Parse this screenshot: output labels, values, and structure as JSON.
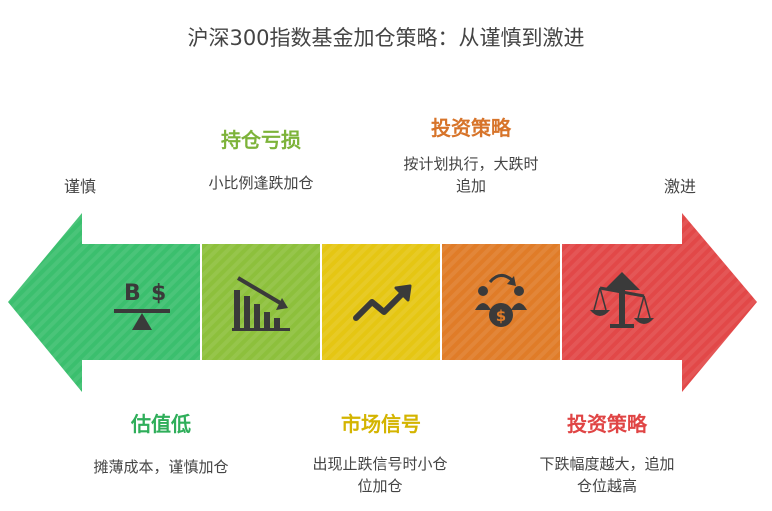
{
  "title": "沪深300指数基金加仓策略：从谨慎到激进",
  "left_label": "谨慎",
  "right_label": "激进",
  "stages": [
    {
      "heading": "估值低",
      "desc_lines": [
        "摊薄成本，谨慎加仓"
      ],
      "color": "#3bbf6e",
      "icon": "balance-scale-dollar-icon"
    },
    {
      "heading": "持仓亏损",
      "desc_lines": [
        "小比例逢跌加仓"
      ],
      "color": "#8dc03c",
      "icon": "declining-bar-chart-icon"
    },
    {
      "heading": "市场信号",
      "desc_lines": [
        "出现止跌信号时小仓",
        "位加仓"
      ],
      "color": "#e5c613",
      "icon": "trend-up-arrow-icon"
    },
    {
      "heading": "投资策略",
      "desc_lines": [
        "按计划执行，大跌时",
        "追加"
      ],
      "color": "#e07c28",
      "icon": "money-exchange-people-icon"
    },
    {
      "heading": "投资策略",
      "desc_lines": [
        "下跌幅度越大，追加",
        "仓位越高"
      ],
      "color": "#e24848",
      "icon": "tilted-balance-icon"
    }
  ],
  "heading_colors": [
    "#2fae5a",
    "#7db33a",
    "#d4b400",
    "#d7742a",
    "#e04545"
  ]
}
